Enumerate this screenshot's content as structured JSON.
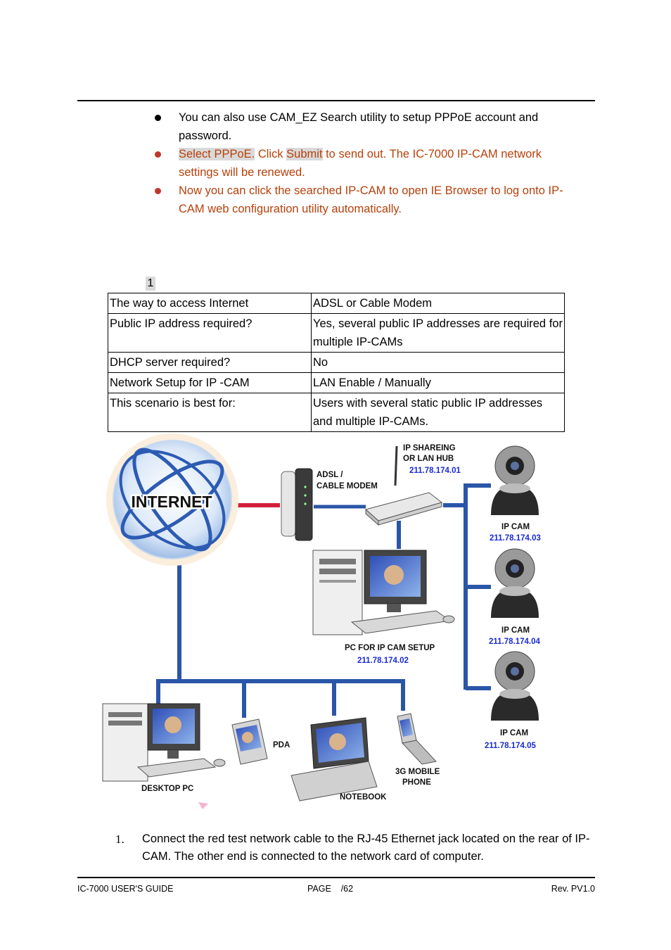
{
  "bullets": [
    {
      "text": "You can also use CAM_EZ Search utility to setup PPPoE account and password."
    },
    {
      "hl1": "Select PPPoE.",
      "mid1": " Click ",
      "hl2": "Submit",
      "rest": " to send out. The IC-7000 IP-CAM network settings will be renewed."
    },
    {
      "text": "Now you can click the searched IP-CAM to open IE Browser to log onto IP-CAM web configuration utility automatically."
    }
  ],
  "table_number": "1",
  "table": {
    "rows": [
      [
        "The way to access Internet",
        "ADSL or Cable Modem"
      ],
      [
        "Public IP address required?",
        "Yes, several public IP addresses are required for multiple IP-CAMs"
      ],
      [
        "DHCP server required?",
        "No"
      ],
      [
        "Network Setup for IP -CAM",
        "LAN Enable / Manually"
      ],
      [
        "This scenario is best for:",
        "Users with several static public IP addresses and multiple IP-CAMs."
      ]
    ]
  },
  "diagram": {
    "internet": "INTERNET",
    "modem_l1": "ADSL /",
    "modem_l2": "CABLE MODEM",
    "hub_l1": "IP SHAREING",
    "hub_l2": "OR LAN HUB",
    "hub_ip": "211.78.174.01",
    "pc_label": "PC FOR IP CAM SETUP",
    "pc_ip": "211.78.174.02",
    "cam_label": "IP CAM",
    "cam1_ip": "211.78.174.03",
    "cam2_ip": "211.78.174.04",
    "cam3_ip": "211.78.174.05",
    "desktop": "DESKTOP PC",
    "pda": "PDA",
    "notebook": "NOTEBOOK",
    "phone_l1": "3G MOBILE",
    "phone_l2": "PHONE",
    "colors": {
      "line": "#2a56a8",
      "red_cable": "#d0213a",
      "ip": "#1a2bd6"
    }
  },
  "step": {
    "number": "1.",
    "text": "Connect the red test network cable to the RJ-45 Ethernet jack located on the rear of IP-CAM. The other end is connected to the network card of computer."
  },
  "footer": {
    "left": "IC-7000 USER'S GUIDE",
    "center": "PAGE    /62",
    "right": "Rev. PV1.0"
  }
}
